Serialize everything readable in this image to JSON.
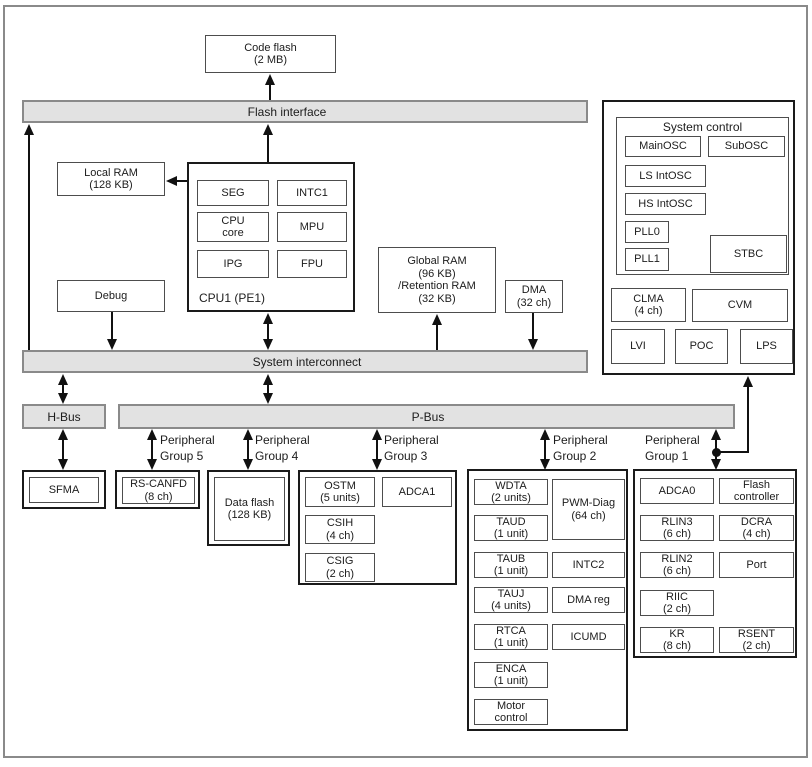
{
  "memory": {
    "code_flash": [
      "Code flash",
      "(2 MB)"
    ],
    "local_ram": [
      "Local RAM",
      "(128 KB)"
    ],
    "global_ram": [
      "Global RAM",
      "(96 KB)",
      "/Retention RAM",
      "(32 KB)"
    ],
    "dma": [
      "DMA",
      "(32 ch)"
    ],
    "debug": [
      "Debug"
    ]
  },
  "buses": {
    "flash_interface": "Flash interface",
    "system_interconnect": "System interconnect",
    "h_bus": "H-Bus",
    "p_bus": "P-Bus"
  },
  "cpu": {
    "title": "CPU1 (PE1)",
    "seg": [
      "SEG"
    ],
    "intc1": [
      "INTC1"
    ],
    "cpu_core": [
      "CPU",
      "core"
    ],
    "mpu": [
      "MPU"
    ],
    "ipg": [
      "IPG"
    ],
    "fpu": [
      "FPU"
    ]
  },
  "system_control": {
    "title": "System control",
    "main_osc": [
      "MainOSC"
    ],
    "sub_osc": [
      "SubOSC"
    ],
    "ls_intosc": [
      "LS IntOSC"
    ],
    "hs_intosc": [
      "HS IntOSC"
    ],
    "pll0": [
      "PLL0"
    ],
    "pll1": [
      "PLL1"
    ],
    "stbc": [
      "STBC"
    ],
    "clma": [
      "CLMA",
      "(4 ch)"
    ],
    "cvm": [
      "CVM"
    ],
    "lvi": [
      "LVI"
    ],
    "poc": [
      "POC"
    ],
    "lps": [
      "LPS"
    ]
  },
  "group_labels": {
    "g5": [
      "Peripheral",
      "Group 5"
    ],
    "g4": [
      "Peripheral",
      "Group 4"
    ],
    "g3": [
      "Peripheral",
      "Group 3"
    ],
    "g2": [
      "Peripheral",
      "Group 2"
    ],
    "g1": [
      "Peripheral",
      "Group 1"
    ]
  },
  "groups": {
    "sfma": [
      "SFMA"
    ],
    "rs_canfd": [
      "RS-CANFD",
      "(8 ch)"
    ],
    "data_flash": [
      "Data flash",
      "(128 KB)"
    ],
    "g3": {
      "ostm": [
        "OSTM",
        "(5 units)"
      ],
      "adca1": [
        "ADCA1"
      ],
      "csih": [
        "CSIH",
        "(4 ch)"
      ],
      "csig": [
        "CSIG",
        "(2 ch)"
      ]
    },
    "g2": {
      "wdta": [
        "WDTA",
        "(2 units)"
      ],
      "pwm_diag": [
        "PWM-Diag",
        "(64 ch)"
      ],
      "taud": [
        "TAUD",
        "(1 unit)"
      ],
      "taub": [
        "TAUB",
        "(1 unit)"
      ],
      "intc2": [
        "INTC2"
      ],
      "tauj": [
        "TAUJ",
        "(4 units)"
      ],
      "dma_reg": [
        "DMA reg"
      ],
      "rtca": [
        "RTCA",
        "(1 unit)"
      ],
      "icumd": [
        "ICUMD"
      ],
      "enca": [
        "ENCA",
        "(1 unit)"
      ],
      "motor": [
        "Motor",
        "control"
      ]
    },
    "g1": {
      "adca0": [
        "ADCA0"
      ],
      "flash_controller": [
        "Flash",
        "controller"
      ],
      "rlin3": [
        "RLIN3",
        "(6 ch)"
      ],
      "dcra": [
        "DCRA",
        "(4 ch)"
      ],
      "rlin2": [
        "RLIN2",
        "(6 ch)"
      ],
      "port": [
        "Port"
      ],
      "riic": [
        "RIIC",
        "(2 ch)"
      ],
      "kr": [
        "KR",
        "(8 ch)"
      ],
      "rsent": [
        "RSENT",
        "(2 ch)"
      ]
    }
  },
  "colors": {
    "bar_fill": "#e2e2e2",
    "bar_border": "#8a8a8a",
    "box_border": "#4d4d4d",
    "container_border": "#1a1a1a",
    "line": "#111111",
    "text": "#1c1c1c"
  }
}
